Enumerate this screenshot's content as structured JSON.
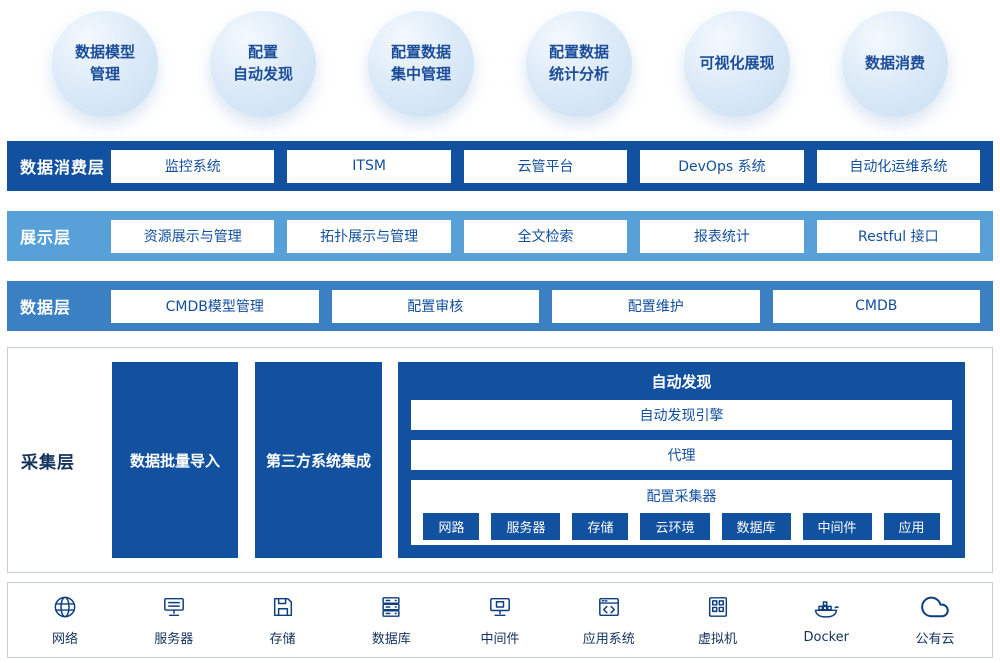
{
  "bubbles": [
    {
      "line1": "数据模型",
      "line2": "管理"
    },
    {
      "line1": "配置",
      "line2": "自动发现"
    },
    {
      "line1": "配置数据",
      "line2": "集中管理"
    },
    {
      "line1": "配置数据",
      "line2": "统计分析"
    },
    {
      "line1": "可视化展现",
      "line2": ""
    },
    {
      "line1": "数据消费",
      "line2": ""
    }
  ],
  "consumption_layer": {
    "label": "数据消费层",
    "items": [
      "监控系统",
      "ITSM",
      "云管平台",
      "DevOps 系统",
      "自动化运维系统"
    ]
  },
  "display_layer": {
    "label": "展示层",
    "items": [
      "资源展示与管理",
      "拓扑展示与管理",
      "全文检索",
      "报表统计",
      "Restful 接口"
    ]
  },
  "data_layer": {
    "label": "数据层",
    "items": [
      "CMDB模型管理",
      "配置审核",
      "配置维护",
      "CMDB"
    ]
  },
  "collection_layer": {
    "label": "采集层",
    "batch_import": "数据批量导入",
    "third_party": "第三方系统集成",
    "auto_discovery": {
      "title": "自动发现",
      "engine": "自动发现引擎",
      "agent": "代理",
      "collector_title": "配置采集器",
      "collector_items": [
        "网路",
        "服务器",
        "存储",
        "云环境",
        "数据库",
        "中间件",
        "应用"
      ]
    }
  },
  "infrastructure": [
    {
      "icon": "network-icon",
      "label": "网络"
    },
    {
      "icon": "server-icon",
      "label": "服务器"
    },
    {
      "icon": "storage-icon",
      "label": "存储"
    },
    {
      "icon": "database-icon",
      "label": "数据库"
    },
    {
      "icon": "middleware-icon",
      "label": "中间件"
    },
    {
      "icon": "app-system-icon",
      "label": "应用系统"
    },
    {
      "icon": "vm-icon",
      "label": "虚拟机"
    },
    {
      "icon": "docker-icon",
      "label": "Docker"
    },
    {
      "icon": "cloud-icon",
      "label": "公有云"
    }
  ],
  "colors": {
    "dark_blue": "#11519f",
    "display_band_blue": "#58a1d8",
    "data_band_blue": "#3b80c3",
    "box_text_blue": "#124f9d",
    "icon_navy": "#0d3e7d"
  }
}
